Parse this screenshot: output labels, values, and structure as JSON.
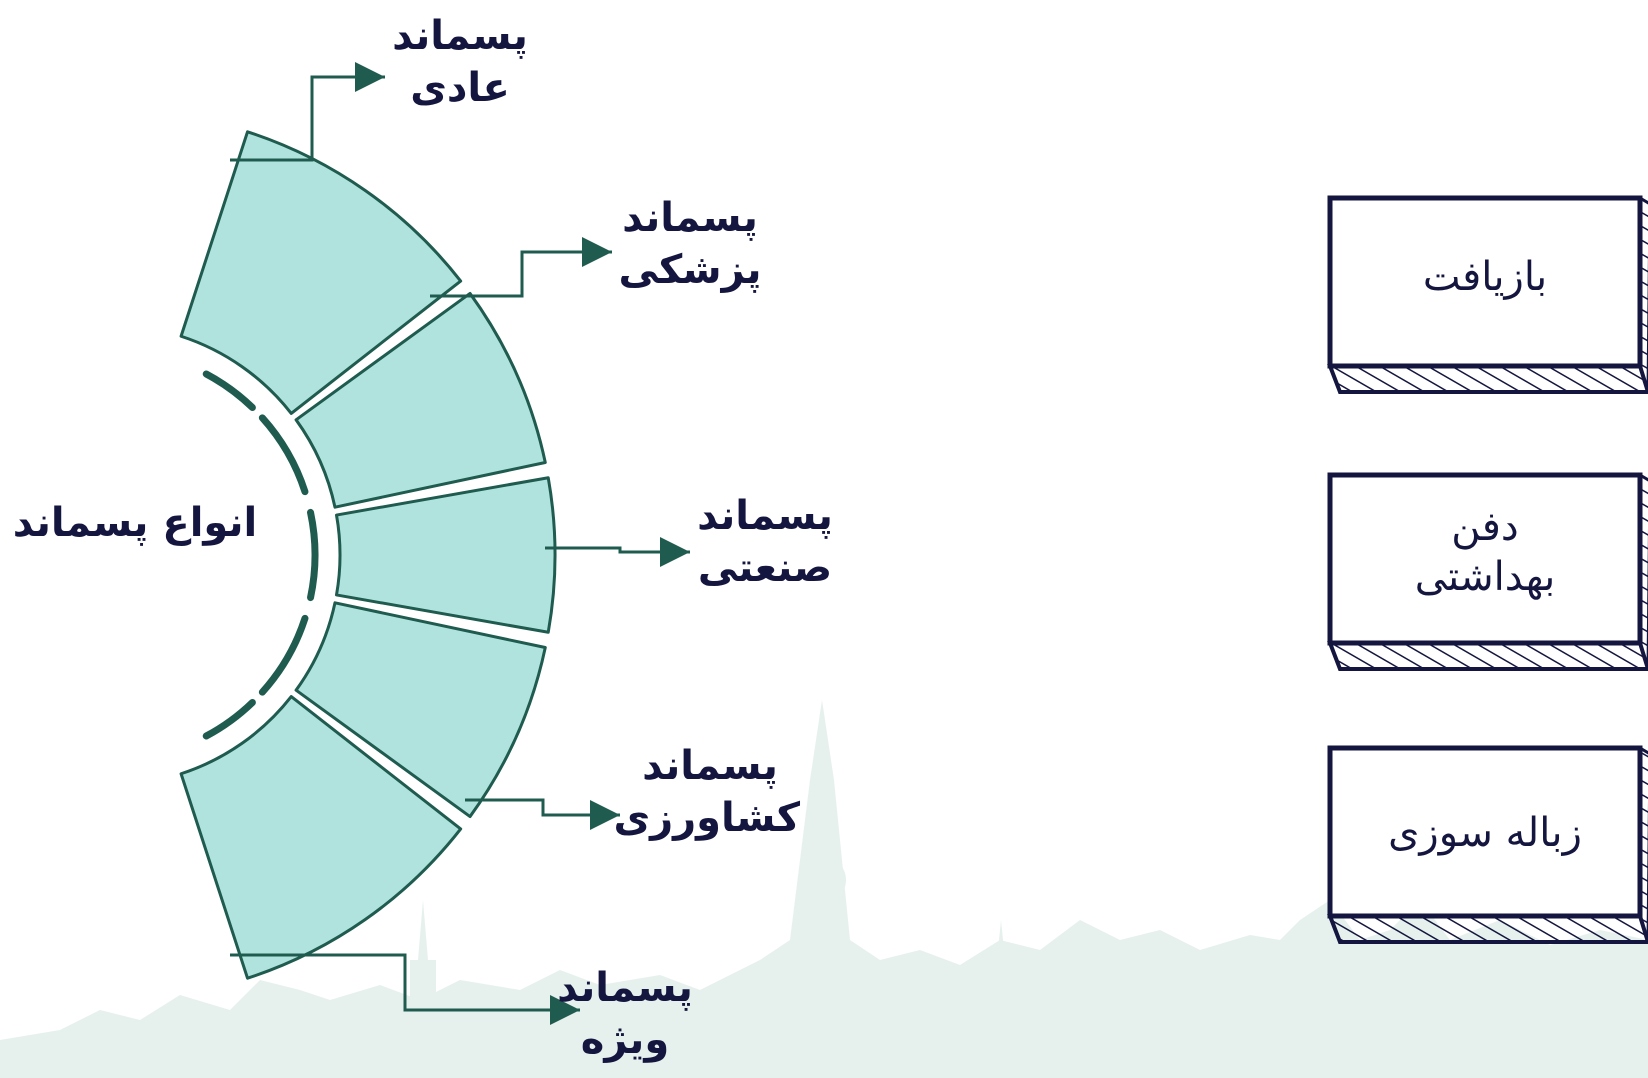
{
  "colors": {
    "segment_fill": "#b1e3de",
    "segment_stroke": "#1f5b4f",
    "arrow": "#1f5b4f",
    "text": "#14163f",
    "box_stroke": "#14163f",
    "skyline": "#e6f1ed"
  },
  "diagram": {
    "center_title": "انواع پسماند",
    "categories": [
      {
        "line1": "پسماند",
        "line2": "عادی"
      },
      {
        "line1": "پسماند",
        "line2": "پزشکی"
      },
      {
        "line1": "پسماند",
        "line2": "صنعتی"
      },
      {
        "line1": "پسماند",
        "line2": "کشاورزی"
      },
      {
        "line1": "پسماند",
        "line2": "ویژه"
      }
    ]
  },
  "methods": [
    {
      "line1": "بازیافت",
      "line2": ""
    },
    {
      "line1": "دفن",
      "line2": "بهداشتی"
    },
    {
      "line1": "زباله سوزی",
      "line2": ""
    }
  ]
}
